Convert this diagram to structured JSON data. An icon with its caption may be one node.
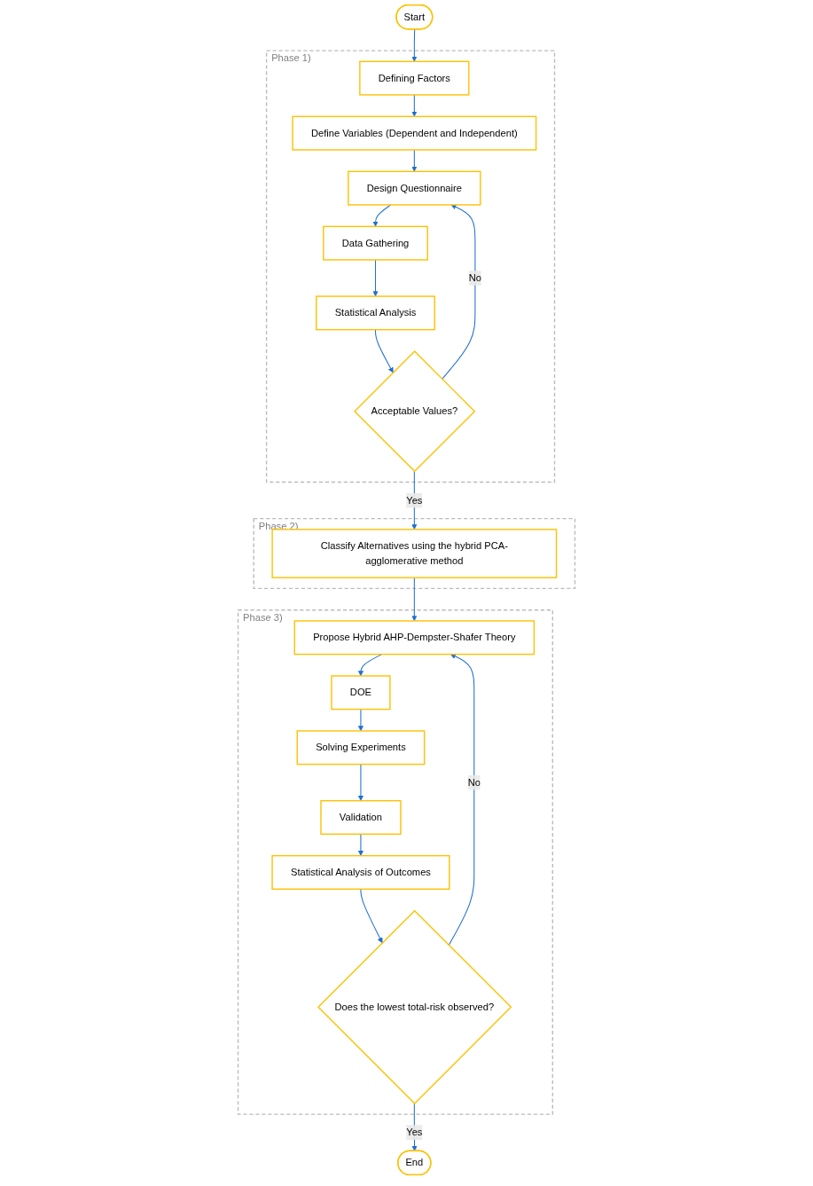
{
  "diagram": {
    "nodes": [
      {
        "text": [
          "Start"
        ]
      },
      {
        "text": [
          "Phase 1)"
        ]
      },
      {
        "text": [
          "Defining Factors"
        ],
        "in": 1
      },
      {
        "text": [
          "Define Variables (Dependent and Independent)"
        ],
        "in": 1
      },
      {
        "text": [
          "Design Questionnaire"
        ],
        "in": 1
      },
      {
        "text": [
          "Data Gathering"
        ],
        "in": 1
      },
      {
        "text": [
          "Statistical Analysis"
        ],
        "in": 1
      },
      {
        "text": [
          "Acceptable Values?"
        ],
        "in": 1
      },
      {
        "text": [
          "Phase 2)"
        ]
      },
      {
        "text": [
          "Classify Alternatives using the hybrid PCA-agglomerative method"
        ],
        "in": 8
      },
      {
        "text": [
          "Phase 3)"
        ]
      },
      {
        "text": [
          "Propose Hybrid AHP-Dempster-Shafer Theory"
        ],
        "in": 10
      },
      {
        "text": [
          "DOE"
        ],
        "in": 10
      },
      {
        "text": [
          "Solving Experiments"
        ],
        "in": 10
      },
      {
        "text": [
          "Validation"
        ],
        "in": 10
      },
      {
        "text": [
          "Statistical Analysis of Outcomes"
        ],
        "in": 10
      },
      {
        "text": [
          "Does the lowest total-risk observed?"
        ],
        "in": 10
      },
      {
        "text": [
          "End"
        ]
      }
    ],
    "edges": [
      {
        "from": 0,
        "to": 2,
        "arrow": "to"
      },
      {
        "from": 2,
        "to": 3,
        "arrow": "to"
      },
      {
        "from": 3,
        "to": 4,
        "arrow": "to"
      },
      {
        "from": 4,
        "to": 5,
        "arrow": "to"
      },
      {
        "from": 5,
        "to": 6,
        "arrow": "to"
      },
      {
        "from": 6,
        "to": 7,
        "arrow": "to"
      },
      {
        "from": 7,
        "to": 4,
        "arrow": "to",
        "label": "No"
      },
      {
        "from": 7,
        "to": 9,
        "arrow": "to",
        "label": "Yes"
      },
      {
        "from": 9,
        "to": 11,
        "arrow": "to"
      },
      {
        "from": 11,
        "to": 12,
        "arrow": "to"
      },
      {
        "from": 12,
        "to": 13,
        "arrow": "to"
      },
      {
        "from": 13,
        "to": 14,
        "arrow": "to"
      },
      {
        "from": 14,
        "to": 15,
        "arrow": "to"
      },
      {
        "from": 15,
        "to": 16,
        "arrow": "to"
      },
      {
        "from": 16,
        "to": 11,
        "arrow": "to",
        "label": "No"
      },
      {
        "from": 16,
        "to": 17,
        "arrow": "to",
        "label": "Yes"
      }
    ]
  }
}
